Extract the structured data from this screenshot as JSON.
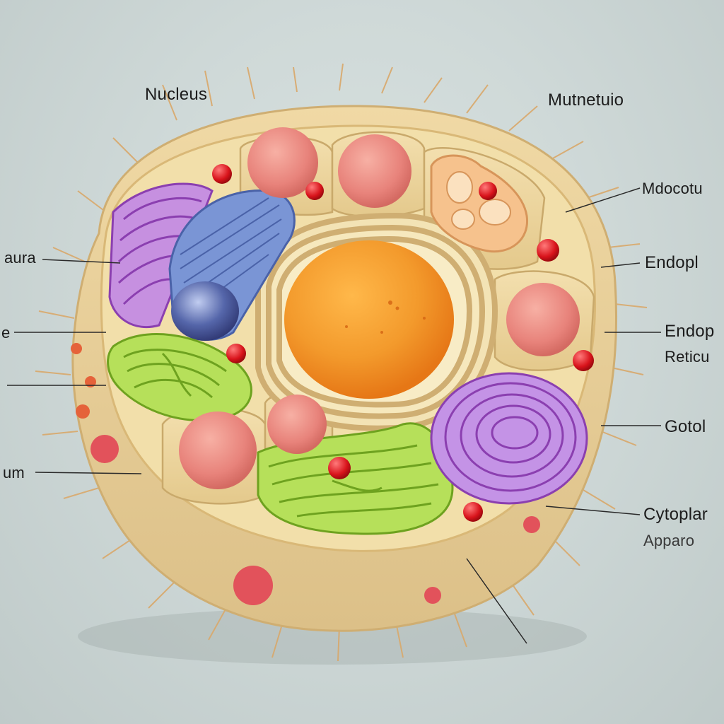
{
  "labels": {
    "nucleus": "Nucleus",
    "top_right": "Mutnetuio",
    "right_1": "Mdocotu",
    "right_2": "Endopl",
    "right_3_line1": "Endop",
    "right_3_line2": "Reticu",
    "right_4": "Gotol",
    "right_5_line1": "Cytoplar",
    "right_5_line2": "Apparo",
    "left_1": "aura",
    "left_2": "e",
    "left_3": "um"
  },
  "colors": {
    "background": "#cfd9d8",
    "membrane": "#ecd6a0",
    "membrane_rim": "#d9b877",
    "compartment": "#f2dfaa",
    "nucleus": "#f39a2c",
    "golgi_purple": "#a35ac8",
    "er_green": "#9ccc3a",
    "mitochondria_blue": "#6b86c9",
    "vesicle_pink": "#e8837b",
    "ribosome_red": "#d8131b"
  }
}
